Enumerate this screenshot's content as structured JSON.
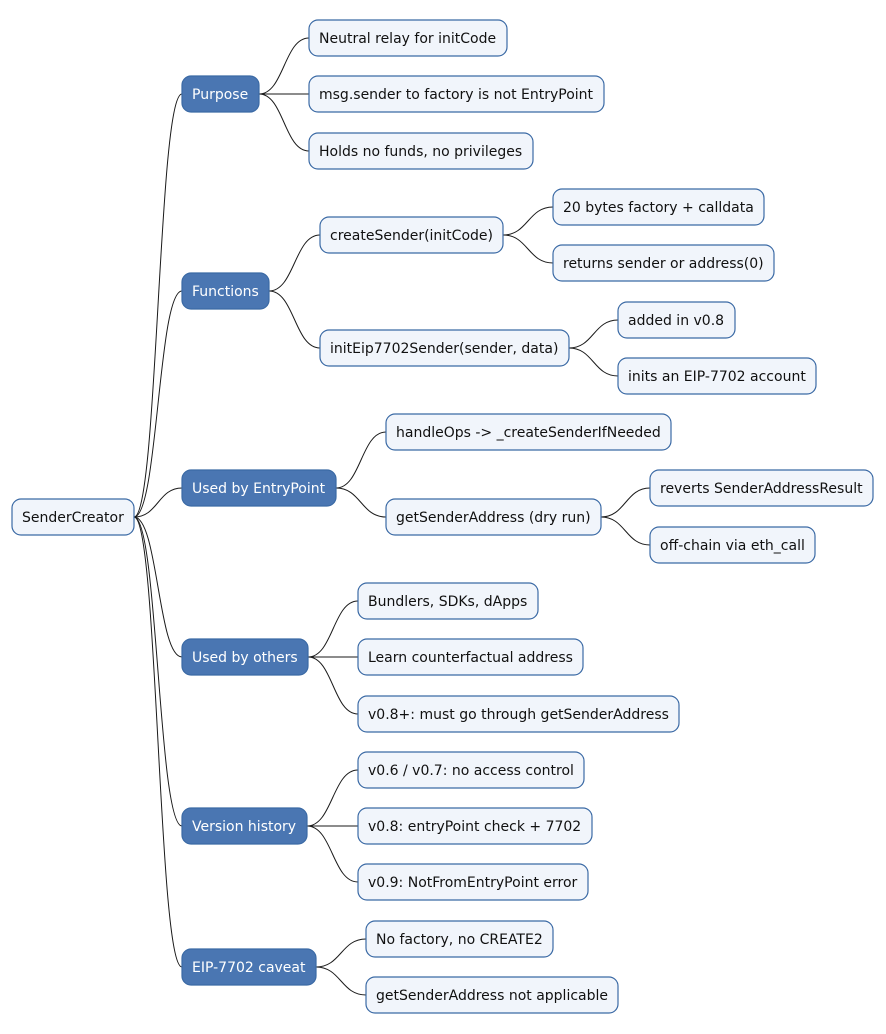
{
  "colors": {
    "root_fill": "#f1f5fb",
    "branch_fill": "#4a76b2",
    "leaf_fill": "#f1f5fb",
    "border": "#3b6aa5",
    "branch_text": "#ffffff",
    "leaf_text": "#111111",
    "connector": "#1a1a1a"
  },
  "root": {
    "label": "SenderCreator",
    "children": [
      {
        "label": "Purpose",
        "children": [
          {
            "label": "Neutral relay for initCode"
          },
          {
            "label": "msg.sender to factory is not EntryPoint"
          },
          {
            "label": "Holds no funds, no privileges"
          }
        ]
      },
      {
        "label": "Functions",
        "children": [
          {
            "label": "createSender(initCode)",
            "children": [
              {
                "label": "20 bytes factory + calldata"
              },
              {
                "label": "returns sender or address(0)"
              }
            ]
          },
          {
            "label": "initEip7702Sender(sender, data)",
            "children": [
              {
                "label": "added in v0.8"
              },
              {
                "label": "inits an EIP-7702 account"
              }
            ]
          }
        ]
      },
      {
        "label": "Used by EntryPoint",
        "children": [
          {
            "label": "handleOps -> _createSenderIfNeeded"
          },
          {
            "label": "getSenderAddress (dry run)",
            "children": [
              {
                "label": "reverts SenderAddressResult"
              },
              {
                "label": "off-chain via eth_call"
              }
            ]
          }
        ]
      },
      {
        "label": "Used by others",
        "children": [
          {
            "label": "Bundlers, SDKs, dApps"
          },
          {
            "label": "Learn counterfactual address"
          },
          {
            "label": "v0.8+: must go through getSenderAddress"
          }
        ]
      },
      {
        "label": "Version history",
        "children": [
          {
            "label": "v0.6 / v0.7: no access control"
          },
          {
            "label": "v0.8: entryPoint check + 7702"
          },
          {
            "label": "v0.9: NotFromEntryPoint error"
          }
        ]
      },
      {
        "label": "EIP-7702 caveat",
        "children": [
          {
            "label": "No factory, no CREATE2"
          },
          {
            "label": "getSenderAddress not applicable"
          }
        ]
      }
    ]
  }
}
